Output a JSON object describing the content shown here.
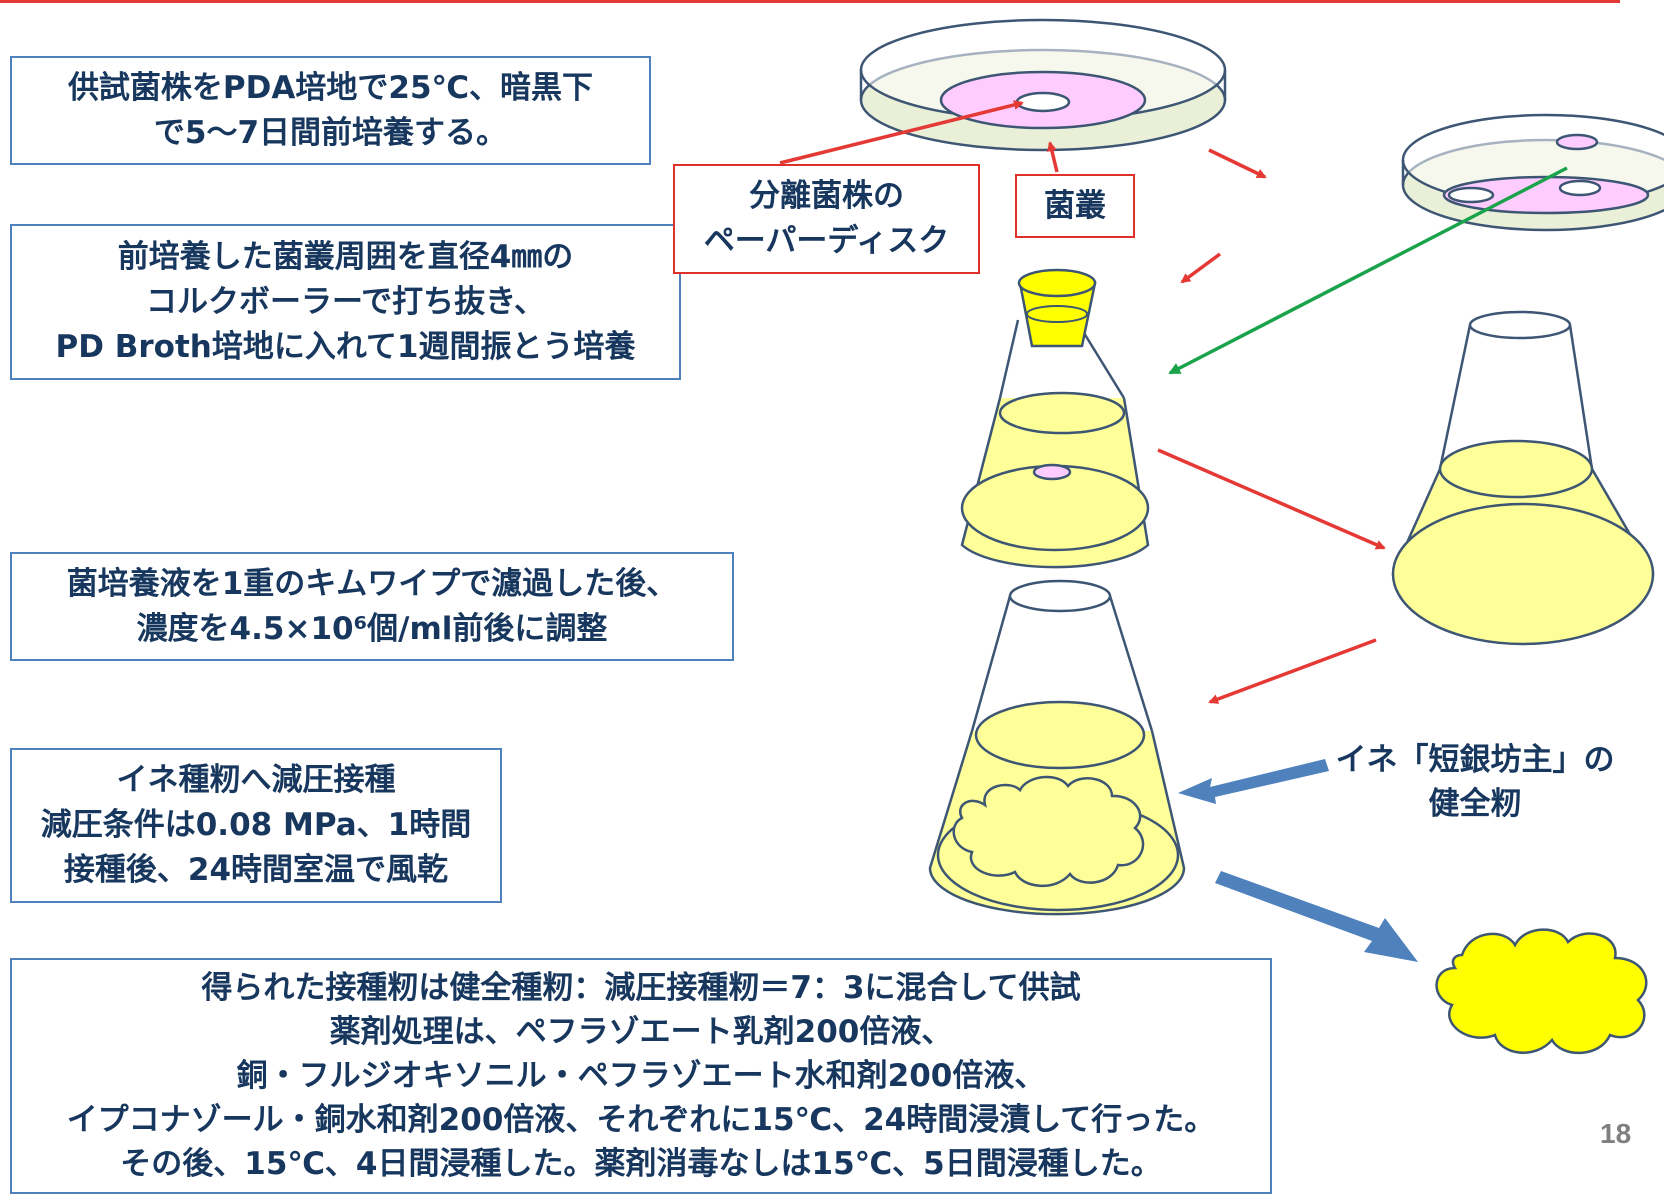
{
  "steps": [
    {
      "lines": [
        "供試菌株をPDA培地で25℃、暗黒下",
        "で5～7日間前培養する。"
      ]
    },
    {
      "lines": [
        "前培養した菌叢周囲を直径4㎜の",
        "コルクボーラーで打ち抜き、",
        "PD Broth培地に入れて1週間振とう培養"
      ]
    },
    {
      "lines": [
        "菌培養液を1重のキムワイプで濾過した後、",
        "濃度を4.5×10⁶個/ml前後に調整"
      ]
    },
    {
      "lines": [
        "イネ種籾へ減圧接種",
        "減圧条件は0.08 MPa、1時間",
        "接種後、24時間室温で風乾"
      ]
    },
    {
      "lines": [
        "得られた接種籾は健全種籾：減圧接種籾＝7：3に混合して供試",
        "薬剤処理は、ペフラゾエート乳剤200倍液、",
        "銅・フルジオキソニル・ペフラゾエート水和剤200倍液、",
        "イプコナゾール・銅水和剤200倍液、それぞれに15℃、24時間浸漬して行った。",
        "その後、15℃、4日間浸種した。薬剤消毒なしは15℃、5日間浸種した。"
      ]
    }
  ],
  "callouts": {
    "paper_disk": [
      "分離菌株の",
      "ペーパーディスク"
    ],
    "colony": [
      "菌叢"
    ]
  },
  "seed_label": [
    "イネ「短銀坊主」の",
    "健全籾"
  ],
  "page_number": "18",
  "colors": {
    "box_border": "#4f81bd",
    "text": "#17375e",
    "red_arrow": "#e53935",
    "green_arrow": "#1aa34a",
    "blue_arrow": "#4f81bd",
    "culture": "#ffff99",
    "mycelium": "#ffccff",
    "agar": "#eaf0d8",
    "stopper": "#ffff00"
  },
  "icons": [
    "petri-dish-icon",
    "erlenmeyer-flask-icon",
    "stopper-icon",
    "paper-disk-icon",
    "rice-seed-cloud-icon"
  ]
}
